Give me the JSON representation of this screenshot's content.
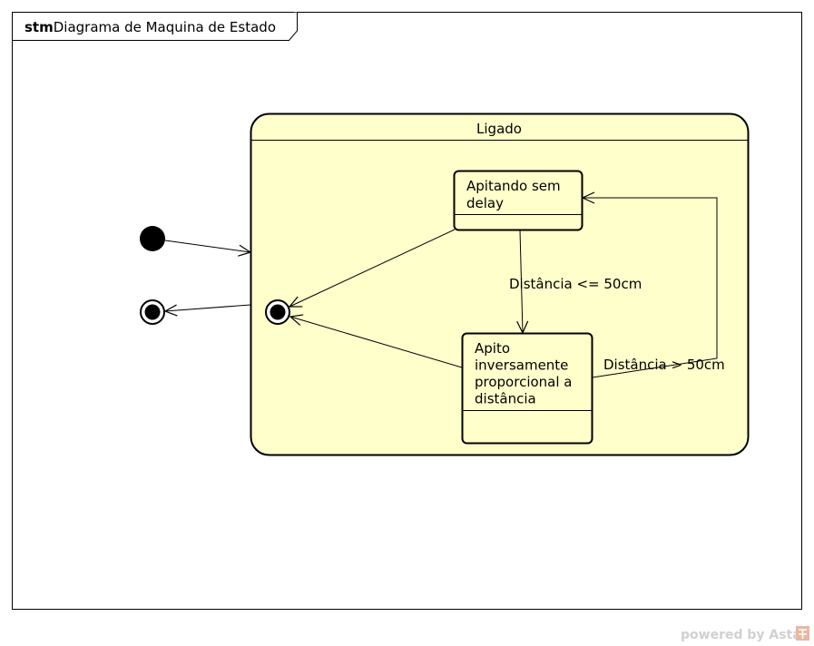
{
  "frame": {
    "kind": "stm",
    "name": "Diagrama de Maquina de Estado"
  },
  "composite_state": {
    "name": "Ligado"
  },
  "states": {
    "apitando_sem_delay": {
      "lines": [
        "Apitando sem",
        "delay"
      ]
    },
    "apito_inversamente": {
      "lines": [
        "Apito",
        "inversamente",
        "proporcional a",
        "distância"
      ]
    }
  },
  "transitions": {
    "to_inverse": "Distância <= 50cm",
    "to_no_delay": "Distância > 50cm"
  },
  "watermark": {
    "text": "powered by Astah"
  },
  "colors": {
    "state_fill": "#FFFFCC",
    "stroke": "#000000",
    "watermark": "#d0d0d0",
    "logo": "#e8b8a0"
  }
}
